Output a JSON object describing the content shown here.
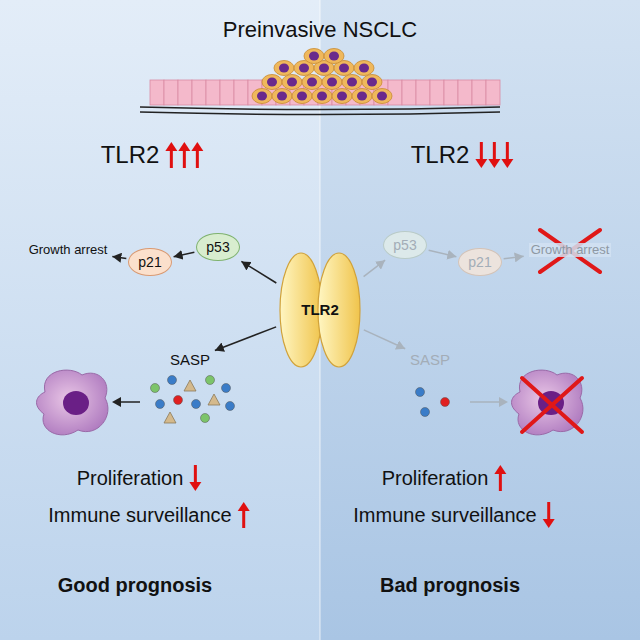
{
  "diagram": {
    "title": "Preinvasive NSCLC",
    "nodes": [
      {
        "text": [
          "Growth arrest"
        ]
      },
      {
        "text": [
          "p21"
        ]
      },
      {
        "text": [
          "p53"
        ]
      },
      {
        "text": [
          "TLR2"
        ]
      },
      {
        "text": [
          "SASP"
        ]
      },
      {
        "text": [
          "p53"
        ]
      },
      {
        "text": [
          "p21"
        ]
      },
      {
        "text": [
          "Growth arrest"
        ]
      },
      {
        "text": [
          "SASP"
        ]
      }
    ],
    "edges": [
      {
        "from": 2,
        "to": 1,
        "arrow": "to"
      },
      {
        "from": 1,
        "to": 0,
        "arrow": "to"
      },
      {
        "from": 3,
        "to": 2,
        "arrow": "to"
      },
      {
        "from": 3,
        "to": 4,
        "arrow": "to"
      },
      {
        "from": 3,
        "to": 5,
        "arrow": "to"
      },
      {
        "from": 5,
        "to": 6,
        "arrow": "to"
      },
      {
        "from": 6,
        "to": 7,
        "arrow": "to"
      },
      {
        "from": 3,
        "to": 8,
        "arrow": "to"
      }
    ],
    "labels": [
      "TLR2",
      "TLR2",
      "Proliferation",
      "Proliferation",
      "Immune surveillance",
      "Immune surveillance",
      "Good prognosis",
      "Bad prognosis"
    ]
  }
}
